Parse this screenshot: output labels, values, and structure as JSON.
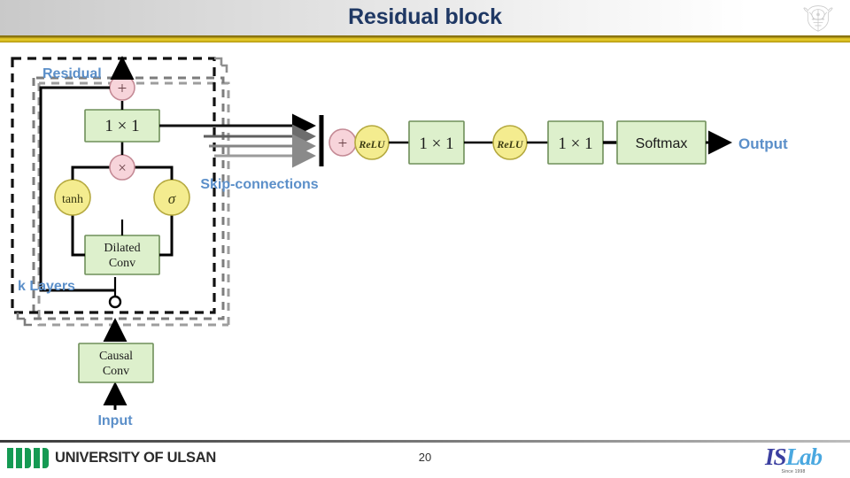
{
  "header": {
    "title": "Residual block",
    "crest_icon": "university-crest-icon",
    "accent_color": "#1f3864",
    "rule_color": "#d4b820"
  },
  "footer": {
    "page_number": "20",
    "university_name": "UNIVERSITY OF ULSAN",
    "logo_bar_color": "#159a53",
    "lab_logo": {
      "part1": "IS",
      "part2": "Lab",
      "tagline": "Since 1998",
      "color1": "#3b3fa0",
      "color2": "#4aa8e0"
    }
  },
  "diagram": {
    "name": "wavenet-residual-block-diagram",
    "label_color": "#5b8fc9",
    "box_fill": "#ddf0cc",
    "box_stroke": "#6f8f5a",
    "pink_fill": "#f7d4da",
    "pink_stroke": "#c48a95",
    "yellow_fill": "#f4ec8f",
    "yellow_stroke": "#b5a93f",
    "labels": {
      "residual": "Residual",
      "k_layers": "k Layers",
      "skip_connections": "Skip-connections",
      "input": "Input",
      "output": "Output"
    },
    "nodes": {
      "add_residual": "+",
      "conv_1x1_residual": "1 × 1",
      "multiply": "×",
      "tanh": "tanh",
      "sigma": "σ",
      "dilated_conv_line1": "Dilated",
      "dilated_conv_line2": "Conv",
      "causal_conv_line1": "Causal",
      "causal_conv_line2": "Conv",
      "skip_add": "+",
      "relu_1": "ReLU",
      "conv_1x1_a": "1 × 1",
      "relu_2": "ReLU",
      "conv_1x1_b": "1 × 1",
      "softmax": "Softmax"
    },
    "skip_arrow_count": 4
  }
}
